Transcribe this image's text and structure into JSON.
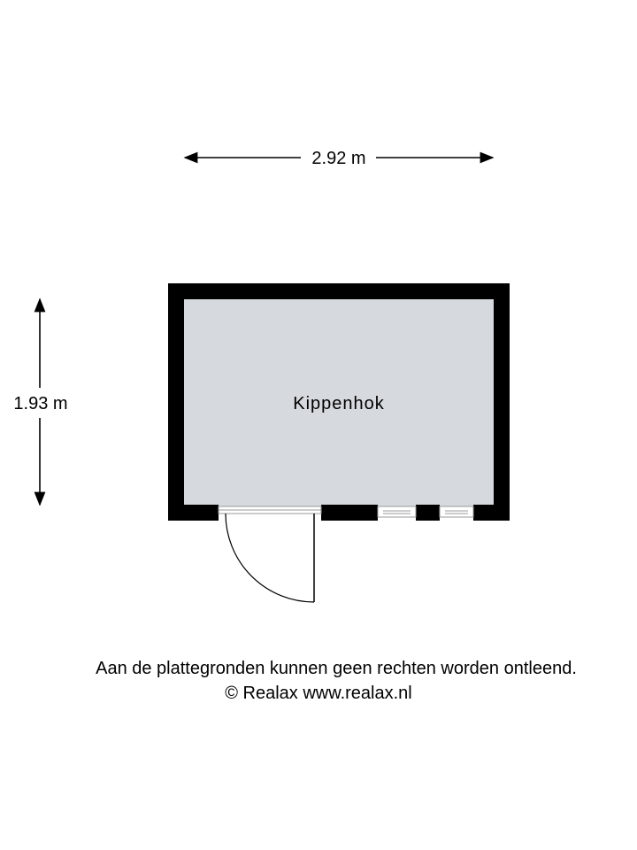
{
  "dimensions": {
    "width_label": "2.92 m",
    "height_label": "1.93 m"
  },
  "rooms": [
    {
      "name": "Kippenhok"
    }
  ],
  "footer": {
    "disclaimer": "Aan de plattegronden kunnen geen rechten worden ontleend.",
    "copyright": "© Realax www.realax.nl"
  },
  "colors": {
    "wall": "#000000",
    "floor": "#d6d9dd",
    "background": "#ffffff",
    "window_frame": "#9a9a9a"
  }
}
